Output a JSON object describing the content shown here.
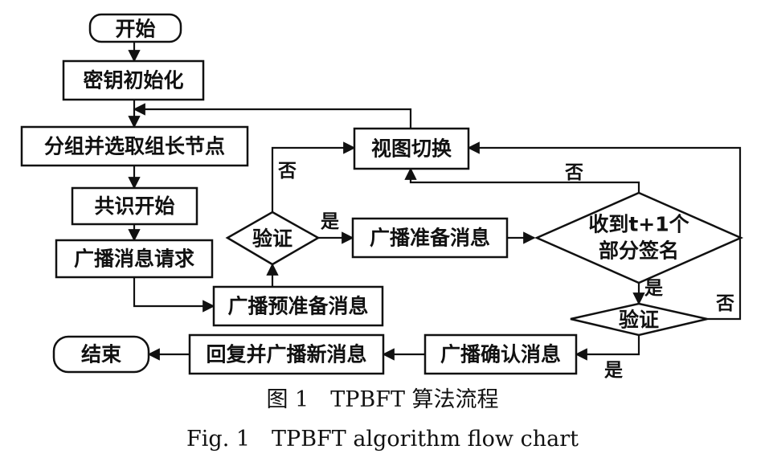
{
  "nodes": {
    "start": "开始",
    "key_init": "密钥初始化",
    "grouping": "分组并选取组长节点",
    "consensus_start": "共识开始",
    "broadcast_request": "广播消息请求",
    "broadcast_pre_prepare": "广播预准备消息",
    "verify1": "验证",
    "broadcast_prepare": "广播准备消息",
    "receive_line1": "收到t+1个",
    "receive_line2": "部分签名",
    "verify2": "验证",
    "broadcast_confirm": "广播确认消息",
    "reply_broadcast": "回复并广播新消息",
    "end": "结束",
    "view_change": "视图切换"
  },
  "edge_labels": {
    "no_verify1": "否",
    "yes_verify1": "是",
    "no_receive": "否",
    "yes_receive": "是",
    "no_verify2": "否",
    "yes_verify2": "是"
  },
  "caption": {
    "cn": "图 1　TPBFT 算法流程",
    "en": "Fig. 1　TPBFT algorithm flow chart"
  }
}
